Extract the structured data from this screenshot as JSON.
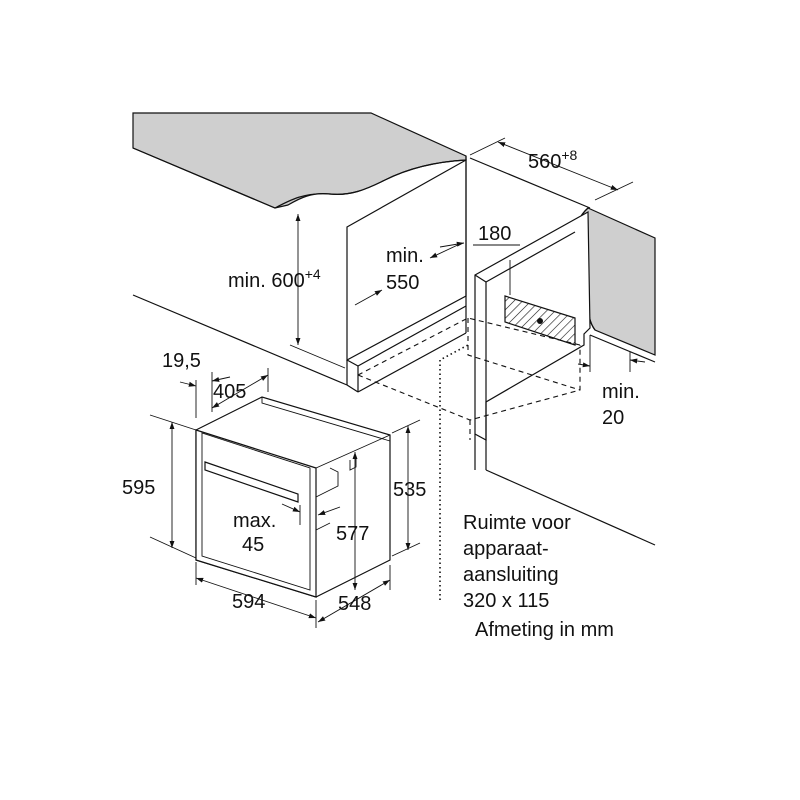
{
  "dimensions": {
    "worktop_opening_width": "560",
    "worktop_opening_width_tolerance": "+8",
    "niche_height_label": "min. 600",
    "niche_height_tolerance": "+4",
    "niche_depth_min_line1": "min.",
    "niche_depth_min_line2": "550",
    "cable_gap": "180",
    "side_gap_line1": "min.",
    "side_gap_line2": "20",
    "front_trim": "19,5",
    "top_depth": "405",
    "oven_height": "595",
    "body_height": "535",
    "handle_line1": "max.",
    "handle_line2": "45",
    "inner_height": "577",
    "oven_width": "594",
    "body_depth": "548"
  },
  "notes": {
    "connection_line1": "Ruimte voor",
    "connection_line2": "apparaat-",
    "connection_line3": "aansluiting",
    "connection_line4": "320 x 115",
    "unit": "Afmeting in mm"
  },
  "colors": {
    "worktop_fill": "#cfcfcf",
    "line": "#111111"
  }
}
